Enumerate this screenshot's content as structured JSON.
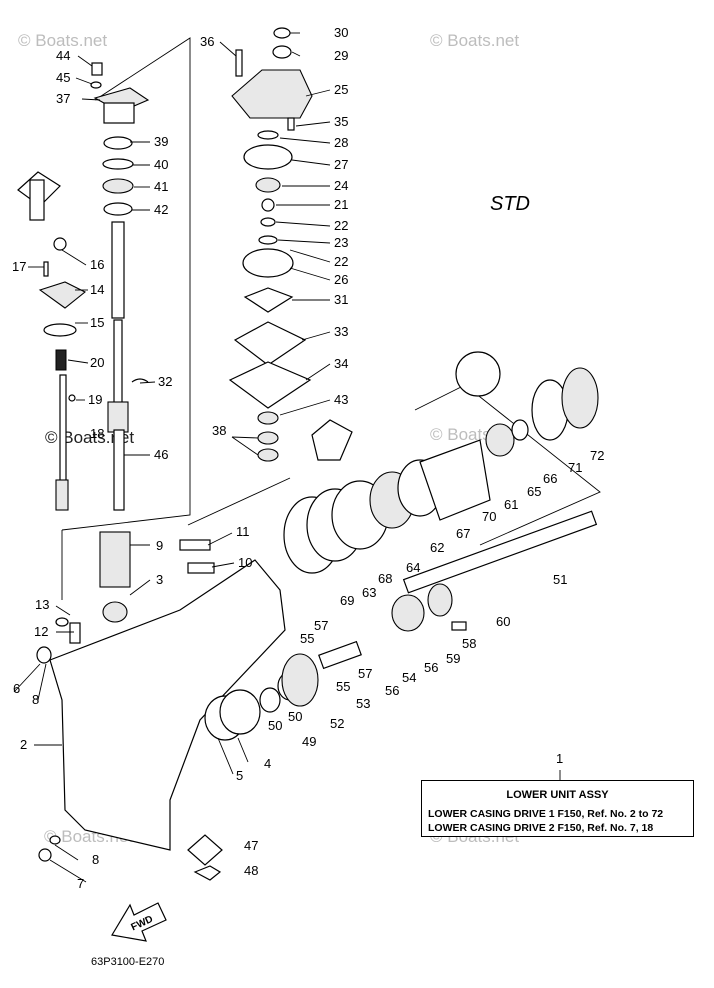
{
  "watermark": "© Boats.net",
  "std_label": "STD",
  "fwd_label": "FWD",
  "diagram_code": "63P3100-E270",
  "assembly_box": {
    "title": "LOWER UNIT ASSY",
    "line1": "LOWER CASING DRIVE 1 F150, Ref. No. 2 to 72",
    "line2": "LOWER CASING DRIVE 2 F150, Ref. No. 7, 18"
  },
  "callouts": [
    "1",
    "2",
    "3",
    "4",
    "5",
    "6",
    "7",
    "8",
    "8",
    "9",
    "10",
    "11",
    "12",
    "13",
    "14",
    "15",
    "16",
    "17",
    "18",
    "19",
    "20",
    "21",
    "22",
    "22",
    "23",
    "24",
    "25",
    "26",
    "27",
    "28",
    "29",
    "30",
    "31",
    "32",
    "33",
    "34",
    "35",
    "36",
    "37",
    "38",
    "39",
    "40",
    "41",
    "42",
    "43",
    "44",
    "45",
    "46",
    "47",
    "48",
    "49",
    "50",
    "50",
    "51",
    "52",
    "53",
    "54",
    "55",
    "55",
    "56",
    "56",
    "57",
    "57",
    "58",
    "59",
    "60",
    "61",
    "62",
    "63",
    "64",
    "65",
    "66",
    "67",
    "68",
    "69",
    "70",
    "71",
    "72"
  ]
}
